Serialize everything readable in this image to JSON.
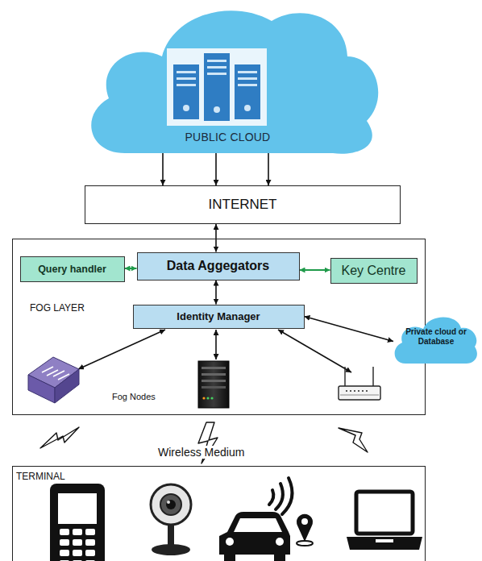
{
  "diagram": {
    "nodes": [
      {
        "text": [
          "PUBLIC CLOUD"
        ]
      },
      {
        "text": [
          "INTERNET"
        ]
      },
      {
        "text": [
          "FOG LAYER"
        ]
      },
      {
        "text": [
          "Query handler"
        ],
        "in": 2
      },
      {
        "text": [
          "Data Aggegators"
        ],
        "in": 2
      },
      {
        "text": [
          "Key Centre"
        ],
        "in": 2
      },
      {
        "text": [
          "Identity Manager"
        ],
        "in": 2
      },
      {
        "text": [
          "Private cloud or Database"
        ]
      },
      {
        "text": [
          "TERMINAL"
        ]
      }
    ],
    "edges": [
      {
        "from": 0,
        "to": 1,
        "arrow": "both"
      },
      {
        "from": 0,
        "to": 1,
        "arrow": "both"
      },
      {
        "from": 0,
        "to": 1,
        "arrow": "both"
      },
      {
        "from": 1,
        "to": 4,
        "arrow": "both"
      },
      {
        "from": 3,
        "to": 4,
        "arrow": "both"
      },
      {
        "from": 4,
        "to": 5,
        "arrow": "both"
      },
      {
        "from": 4,
        "to": 6,
        "arrow": "both"
      },
      {
        "from": 6,
        "to": 7,
        "arrow": "both"
      }
    ],
    "labels": [
      "Fog Nodes",
      "Wireless Medium"
    ]
  }
}
